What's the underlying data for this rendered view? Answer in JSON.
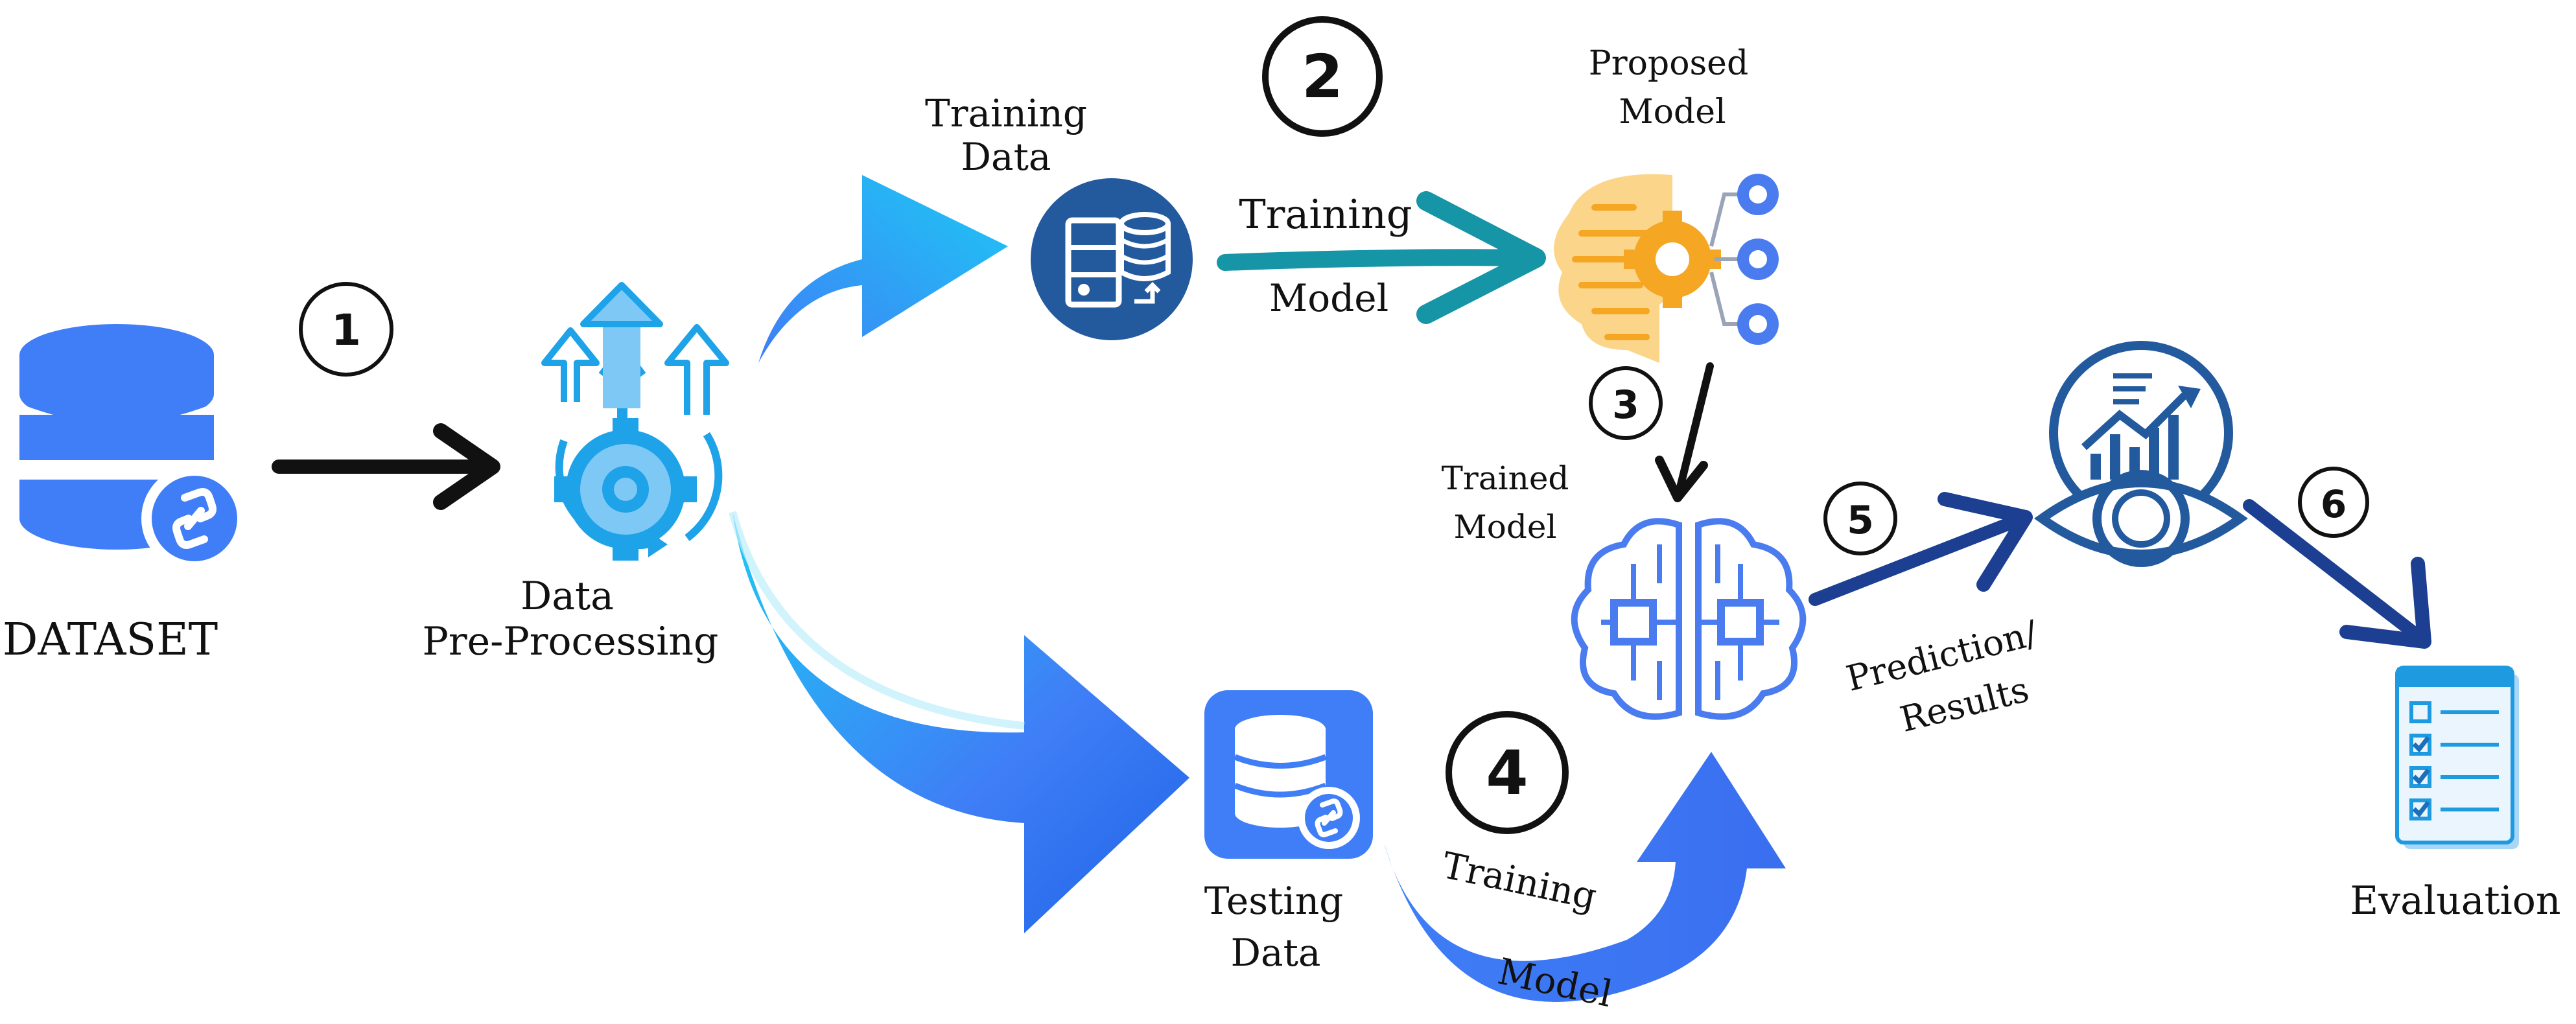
{
  "steps": {
    "s1": "1",
    "s2": "2",
    "s3": "3",
    "s4": "4",
    "s5": "5",
    "s6": "6"
  },
  "labels": {
    "dataset": "DATASET",
    "preprocessing_line1": "Data",
    "preprocessing_line2": "Pre-Processing",
    "training_data_line1": "Training",
    "training_data_line2": "Data",
    "testing_data_line1": "Testing",
    "testing_data_line2": "Data",
    "training_model_top_line1": "Training",
    "training_model_top_line2": "Model",
    "proposed_model_line1": "Proposed",
    "proposed_model_line2": "Model",
    "trained_model_line1": "Trained",
    "trained_model_line2": "Model",
    "training_model_bottom_line1": "Training",
    "training_model_bottom_line2": "Model",
    "prediction_line1": "Prediction/",
    "prediction_line2": "Results",
    "evaluation": "Evaluation"
  },
  "icons": {
    "dataset": "database-link-icon",
    "preprocessing": "gear-arrows-icon",
    "training_data": "server-database-icon",
    "proposed_model": "ai-head-gears-icon",
    "trained_model": "brain-circuit-icon",
    "testing_data": "database-link-icon",
    "results": "eye-chart-icon",
    "evaluation": "checklist-icon"
  },
  "colors": {
    "primary_blue": "#3f7ef6",
    "light_blue": "#1ec8f4",
    "navy": "#1c3f92",
    "teal": "#1595a6",
    "orange": "#f5a623",
    "black": "#111111"
  }
}
